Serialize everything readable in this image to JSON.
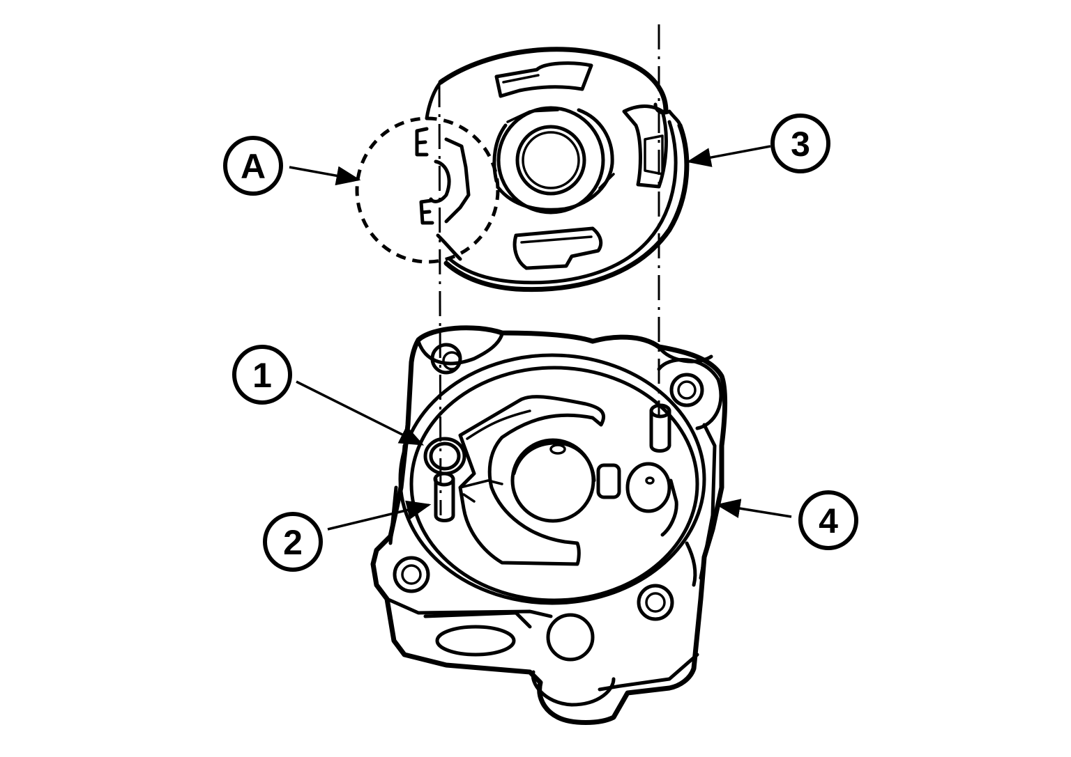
{
  "callouts": {
    "c1": "1",
    "c2": "2",
    "c3": "3",
    "c4": "4",
    "cA": "A"
  }
}
